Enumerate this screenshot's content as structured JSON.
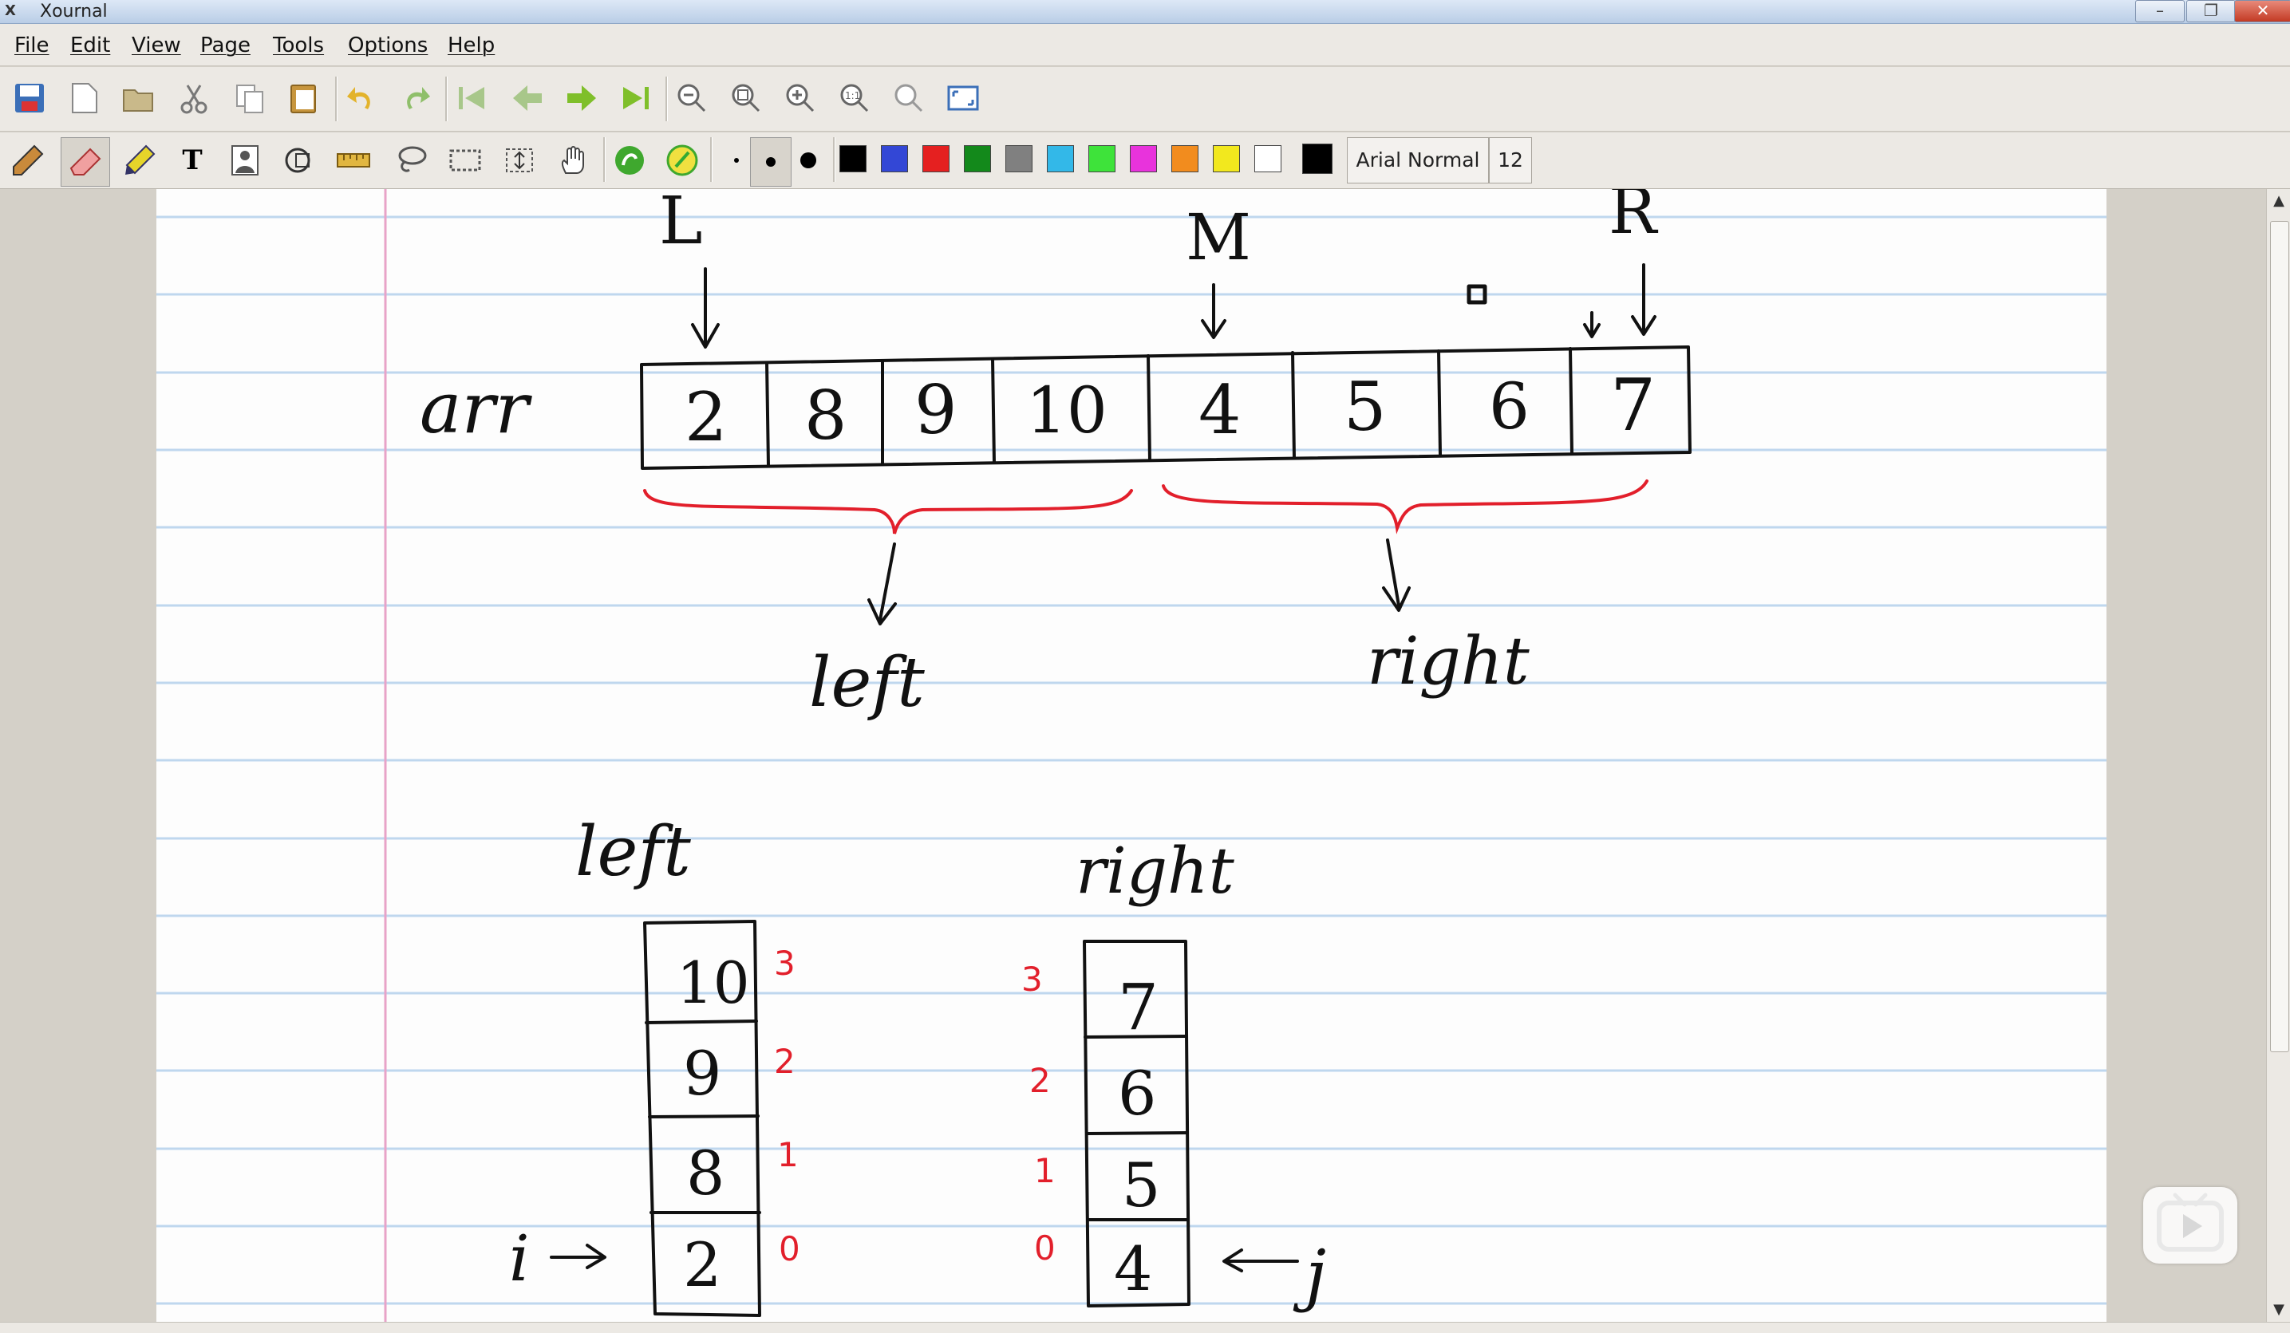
{
  "window": {
    "title": "Xournal",
    "app_icon": "X",
    "controls": [
      "minimize-icon",
      "restore-icon",
      "close-icon"
    ]
  },
  "menu": {
    "items": [
      "File",
      "Edit",
      "View",
      "Page",
      "Tools",
      "Options",
      "Help"
    ]
  },
  "toolbar_main": {
    "icons": [
      "save-icon",
      "new-page-icon",
      "open-icon",
      "cut-icon",
      "copy-icon",
      "paste-icon",
      "undo-icon",
      "redo-icon",
      "first-page-icon",
      "previous-page-icon",
      "next-page-icon",
      "last-page-icon",
      "zoom-out-icon",
      "zoom-fit-icon",
      "zoom-in-icon",
      "zoom-100-icon",
      "zoom-search-icon",
      "fullscreen-icon"
    ]
  },
  "toolbar_tools": {
    "icons": [
      "pen-icon",
      "eraser-icon",
      "highlighter-icon",
      "text-icon",
      "image-icon",
      "shape-recognizer-icon",
      "ruler-icon",
      "lasso-select-icon",
      "rect-select-icon",
      "vertical-space-icon",
      "hand-icon",
      "default-pen-icon",
      "default-highlighter-icon"
    ],
    "thickness": [
      "thin",
      "medium",
      "thick"
    ],
    "colors": [
      "#000000",
      "#3347d6",
      "#e52020",
      "#13891b",
      "#808080",
      "#33b8e8",
      "#3ee33a",
      "#e833dc",
      "#f28c1e",
      "#f2e81e",
      "#ffffff"
    ],
    "current_color": "#000000",
    "font_name": "Arial Normal",
    "font_size": "12"
  },
  "accent": {
    "ruling": "#bfd7ee",
    "margin": "#e8a3c8",
    "ink": "#111111",
    "red_ink": "#e21f2b"
  },
  "note": {
    "pointers": [
      "L",
      "M",
      "R"
    ],
    "array_label": "arr",
    "array_values": [
      "2",
      "8",
      "9",
      "10",
      "4",
      "5",
      "6",
      "7"
    ],
    "left_label": "left",
    "right_label": "right",
    "left_stack_title": "left",
    "right_stack_title": "right",
    "left_stack": [
      "10",
      "9",
      "8",
      "2"
    ],
    "right_stack": [
      "7",
      "6",
      "5",
      "4"
    ],
    "left_indices": [
      "3",
      "2",
      "1",
      "0"
    ],
    "right_indices": [
      "3",
      "2",
      "1",
      "0"
    ],
    "i_pointer": "i",
    "j_pointer": "j"
  }
}
